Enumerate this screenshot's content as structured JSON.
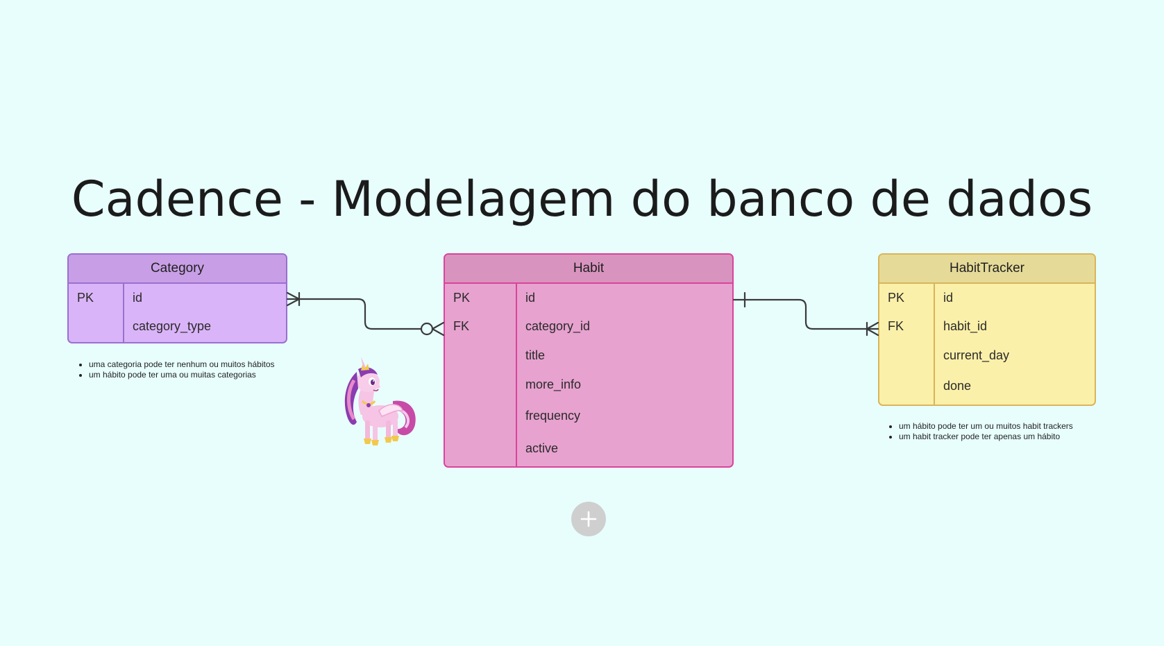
{
  "title": "Cadence - Modelagem do banco de dados",
  "entities": {
    "category": {
      "name": "Category",
      "rows": [
        {
          "key": "PK",
          "field": "id"
        },
        {
          "key": "",
          "field": "category_type"
        }
      ]
    },
    "habit": {
      "name": "Habit",
      "rows": [
        {
          "key": "PK",
          "field": "id"
        },
        {
          "key": "FK",
          "field": "category_id"
        },
        {
          "key": "",
          "field": "title"
        },
        {
          "key": "",
          "field": "more_info"
        },
        {
          "key": "",
          "field": "frequency"
        },
        {
          "key": "",
          "field": "active"
        }
      ]
    },
    "tracker": {
      "name": "HabitTracker",
      "rows": [
        {
          "key": "PK",
          "field": "id"
        },
        {
          "key": "FK",
          "field": "habit_id"
        },
        {
          "key": "",
          "field": "current_day"
        },
        {
          "key": "",
          "field": "done"
        }
      ]
    }
  },
  "notes": {
    "category": [
      "uma categoria pode ter nenhum ou muitos hábitos",
      "um hábito pode ter uma ou muitas categorias"
    ],
    "tracker": [
      "um hábito pode ter um ou muitos habit trackers",
      "um habit tracker pode ter apenas um hábito"
    ]
  },
  "colors": {
    "background": "#e8fefd",
    "category": "#dab4f8",
    "habit": "#e7a2cf",
    "tracker": "#fbf0a9",
    "connector": "#3a3a3a",
    "add_button": "#cfcfcf"
  },
  "icons": {
    "mascot": "pony-illustration",
    "add": "plus-icon"
  }
}
